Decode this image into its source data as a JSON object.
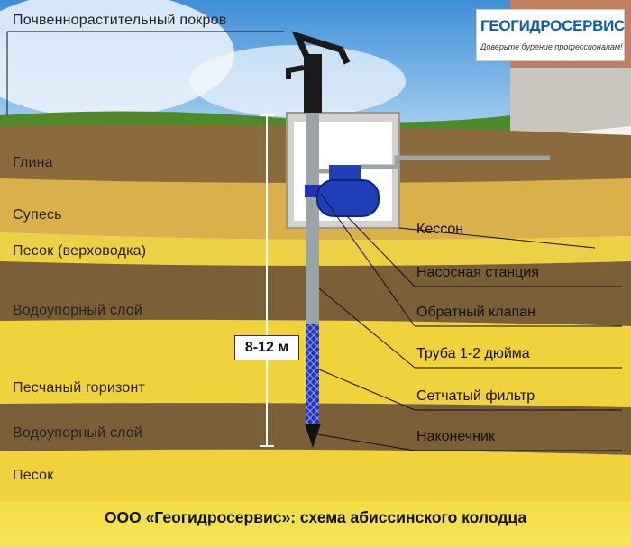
{
  "logo": {
    "brand": "ГЕОГИДРОСЕРВИС",
    "tagline": "Доверьте бурение профессионалам!"
  },
  "left_labels": {
    "soil": "Почвеннорастительный покров",
    "clay": "Глина",
    "sandy_loam": "Супесь",
    "sand_perched": "Песок (верховодка)",
    "aquitard_1": "Водоупорный слой",
    "sand_horizon": "Песчаный горизонт",
    "aquitard_2": "Водоупорный слой",
    "sand": "Песок"
  },
  "right_labels": {
    "caisson": "Кессон",
    "pump_station": "Насосная станция",
    "check_valve": "Обратный клапан",
    "pipe": "Труба 1-2 дюйма",
    "mesh_filter": "Сетчатый фильтр",
    "tip": "Наконечник"
  },
  "depth": "8-12 м",
  "caption": "ООО «Геогидросервис»: схема абиссинского колодца",
  "colors": {
    "sky": "#5fa9e4",
    "grass": "#4f8a2a",
    "clay": "#8b6a3e",
    "loam": "#d9b04a",
    "sand_yellow": "#f0d23c",
    "aquitard": "#7a6038",
    "pump_blue": "#1f3fb8"
  }
}
